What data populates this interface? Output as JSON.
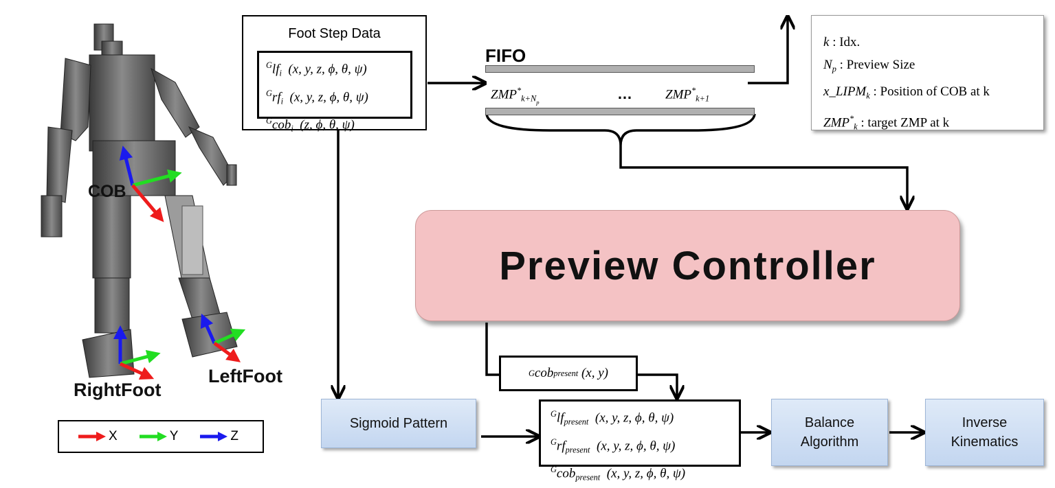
{
  "robot": {
    "cob_label": "COB",
    "right_foot_label": "RightFoot",
    "left_foot_label": "LeftFoot"
  },
  "axis_legend": {
    "items": [
      {
        "label": "X",
        "color": "#ee1c1c"
      },
      {
        "label": "Y",
        "color": "#22dd22"
      },
      {
        "label": "Z",
        "color": "#1a1aee"
      }
    ]
  },
  "foot_step": {
    "title": "Foot Step Data",
    "lines": [
      {
        "sup": "G",
        "name": "lf",
        "sub": "i",
        "args": "(x, y, z, ϕ, θ, ψ)"
      },
      {
        "sup": "G",
        "name": "rf",
        "sub": "i",
        "args": "(x, y, z, ϕ, θ, ψ)"
      },
      {
        "sup": "G",
        "name": "cob",
        "sub": "i",
        "args": "(z, ϕ, θ, ψ)"
      }
    ]
  },
  "fifo": {
    "label": "FIFO",
    "first": {
      "name": "ZMP",
      "sup": "*",
      "sub": "k+N",
      "subsub": "p"
    },
    "ellipsis": "…",
    "last": {
      "name": "ZMP",
      "sup": "*",
      "sub": "k+1"
    }
  },
  "definitions": [
    {
      "sym": "k",
      "sub": "",
      "sup": "",
      "text": " : Idx."
    },
    {
      "sym": "N",
      "sub": "p",
      "sup": "",
      "text": " : Preview Size"
    },
    {
      "sym": "x_LIPM",
      "sub": "k",
      "sup": "",
      "text": " : Position of COB at k"
    },
    {
      "sym": "ZMP",
      "sub": "k",
      "sup": "*",
      "text": " : target ZMP at k"
    }
  ],
  "preview_controller": {
    "label": "Preview Controller"
  },
  "cob_present": {
    "sup": "G",
    "name": "cob",
    "sub": "present",
    "args": "(x, y)"
  },
  "sigmoid": {
    "label": "Sigmoid Pattern"
  },
  "present": {
    "lines": [
      {
        "sup": "G",
        "name": "lf",
        "sub": "present",
        "args": "(x, y, z, ϕ, θ, ψ)"
      },
      {
        "sup": "G",
        "name": "rf",
        "sub": "present",
        "args": "(x, y, z, ϕ, θ, ψ)"
      },
      {
        "sup": "G",
        "name": "cob",
        "sub": "present",
        "args": "(x, y, z, ϕ, θ, ψ)"
      }
    ]
  },
  "balance": {
    "line1": "Balance",
    "line2": "Algorithm"
  },
  "inverse": {
    "line1": "Inverse",
    "line2": "Kinematics"
  }
}
